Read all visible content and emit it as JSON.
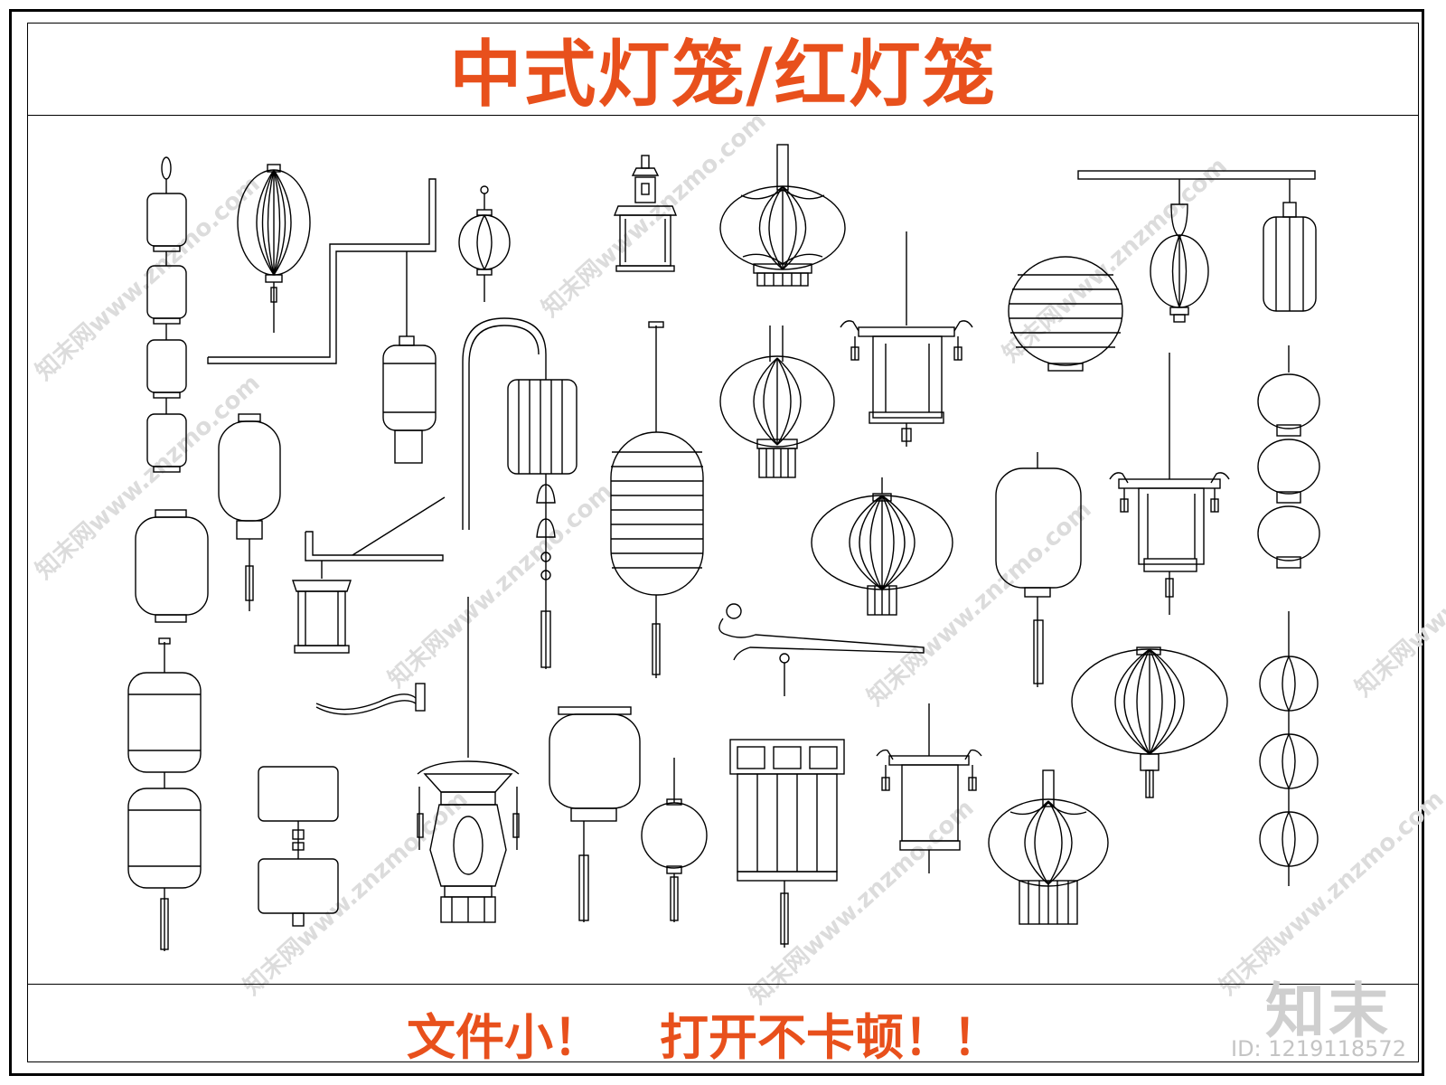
{
  "title": "中式灯笼/红灯笼",
  "footer": {
    "left": "文件小！",
    "right": "打开不卡顿！！"
  },
  "watermark": {
    "logo": "知末",
    "id": "ID: 1219118572",
    "diagonal": "知末网www.znzmo.com"
  },
  "colors": {
    "accent": "#e8501c",
    "line": "#000000",
    "background": "#ffffff"
  }
}
